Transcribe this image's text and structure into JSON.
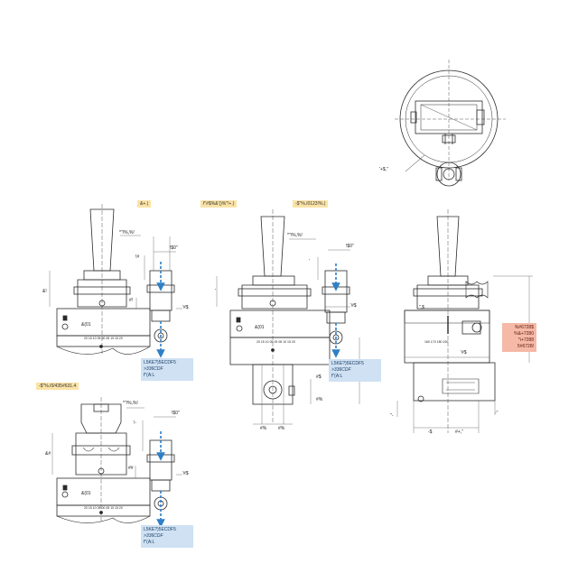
{
  "views": {
    "view1": {
      "top_tag": "&+.)",
      "dims": [
        "*\"/%,%!",
        "!$0\"",
        "!#",
        "&!",
        "#!",
        "'#$"
      ],
      "brand": "&(01",
      "scale": "20 15 10 05 00 05 10 15 20",
      "info_tag": [
        "L5KE?)5ECDF5",
        ">336CDF",
        "f\"(A:L"
      ]
    },
    "view2": {
      "tag_left": "f\"#$%&'()%\"!+.)",
      "tag_right": "-$\"%./0123!%.)",
      "dims": [
        "*\"/%,%!",
        "!$0\"",
        "'",
        "'",
        "'#$",
        "#$",
        "&$",
        "#%",
        "#%",
        "#%"
      ],
      "brand": "&(01",
      "scale": "20 15 10 05 00 05 10 15 20",
      "info_tag": [
        "L5KE?)5ECDF5",
        ">336CDF",
        "f\"(A:L"
      ]
    },
    "view3": {
      "top_tag": "-$\"%./0/435#631.4",
      "dims": [
        "*\"/%,%!",
        "!$0\"",
        "!-",
        "&#",
        "##",
        "'#$"
      ],
      "brand": "&(01",
      "scale": "20 15 10 05 00 05 10 15 20",
      "info_tag": [
        "L5KE?)5ECDF5",
        ">336CDF",
        "f\"(A:L"
      ]
    },
    "view4": {
      "dims": [
        "'#$",
        "\"-",
        "-\"",
        "-$",
        "#+,\"",
        "\",$"
      ],
      "scale": "160 170 180 190",
      "info_tag": [
        "%#6728$",
        "%&+7280",
        "*i+7288",
        "5#6728/"
      ]
    },
    "detail": {
      "label": "'+$,\""
    }
  },
  "colors": {
    "line": "#2b2b2b",
    "dimension": "#555555",
    "axis_blue": "#2e7fc6",
    "tag_yellow": "#fbe3a6",
    "tag_blue": "#cfe1f3",
    "tag_red": "#f6b9a7"
  }
}
